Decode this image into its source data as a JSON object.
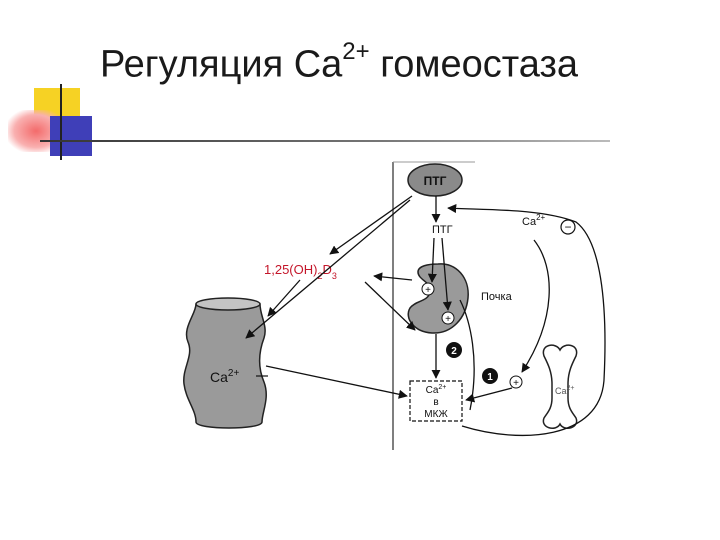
{
  "slide": {
    "title_main": "Регуляция Ca",
    "title_sup": "2+",
    "title_rest": " гомеостаза"
  },
  "diagram": {
    "gland_label": "ПТГ",
    "hormone_label": "ПТГ",
    "ca_feedback_label": "Ca",
    "ca_feedback_sup": "2+",
    "minus_sign": "−",
    "plus_sign": "+",
    "vitd_main": "1,25(OH)",
    "vitd_sub1": "2",
    "vitd_mid": "D",
    "vitd_sub2": "3",
    "kidney_label": "Почка",
    "intestine_ca": "Ca",
    "intestine_ca_sup": "2+",
    "ecf_line1": "Ca",
    "ecf_line1_sup": "2+",
    "ecf_line2": "в",
    "ecf_line3": "МКЖ",
    "bone_label": "Ca",
    "bone_label_sup": "2+",
    "marker_1": "1",
    "marker_2": "2"
  }
}
